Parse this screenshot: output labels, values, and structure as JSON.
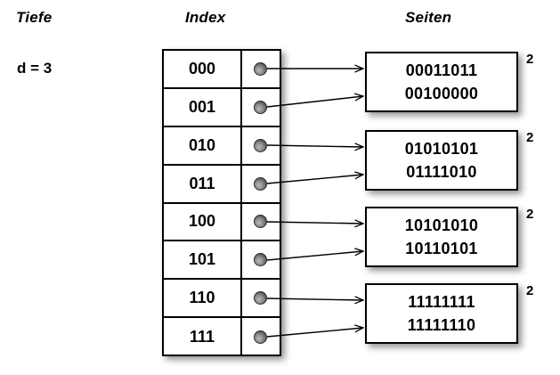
{
  "headers": {
    "depth": "Tiefe",
    "index": "Index",
    "pages": "Seiten"
  },
  "depth": {
    "label": "d = 3"
  },
  "index_table": {
    "rows": [
      {
        "key": "000",
        "pointer": "pointer-dot",
        "target": 0
      },
      {
        "key": "001",
        "pointer": "pointer-dot",
        "target": 0
      },
      {
        "key": "010",
        "pointer": "pointer-dot",
        "target": 1
      },
      {
        "key": "011",
        "pointer": "pointer-dot",
        "target": 1
      },
      {
        "key": "100",
        "pointer": "pointer-dot",
        "target": 2
      },
      {
        "key": "101",
        "pointer": "pointer-dot",
        "target": 2
      },
      {
        "key": "110",
        "pointer": "pointer-dot",
        "target": 3
      },
      {
        "key": "111",
        "pointer": "pointer-dot",
        "target": 3
      }
    ]
  },
  "pages": [
    {
      "line1": "00011011",
      "line2": "00100000",
      "local_depth": "2"
    },
    {
      "line1": "01010101",
      "line2": "01111010",
      "local_depth": "2"
    },
    {
      "line1": "10101010",
      "line2": "10110101",
      "local_depth": "2"
    },
    {
      "line1": "11111111",
      "line2": "11111110",
      "local_depth": "2"
    }
  ],
  "colors": {
    "background": "#ffffff",
    "stroke": "#000000",
    "pointer_dot": "#6e6e6e",
    "shadow": "rgba(0,0,0,0.42)"
  }
}
